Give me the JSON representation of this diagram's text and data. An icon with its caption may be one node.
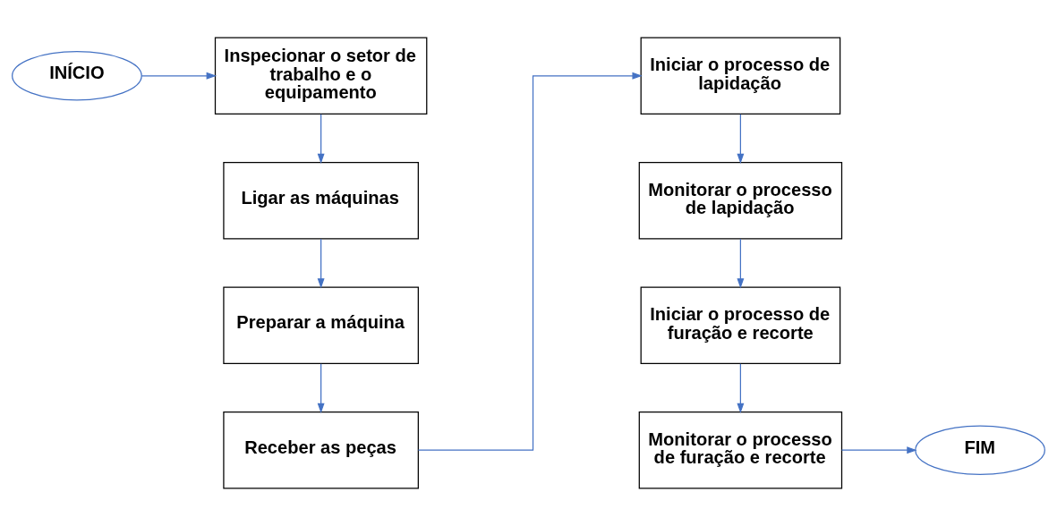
{
  "diagram": {
    "nodes": [
      {
        "text": [
          "INÍCIO"
        ]
      },
      {
        "text": [
          "Inspecionar o setor de trabalho e o equipamento"
        ]
      },
      {
        "text": [
          "Ligar as máquinas"
        ]
      },
      {
        "text": [
          "Preparar a máquina"
        ]
      },
      {
        "text": [
          "Receber as peças"
        ]
      },
      {
        "text": [
          "Iniciar o processo de lapidação"
        ]
      },
      {
        "text": [
          "Monitorar o processo de lapidação"
        ]
      },
      {
        "text": [
          "Iniciar o processo de furação e recorte"
        ]
      },
      {
        "text": [
          "Monitorar o processo de furação e recorte"
        ]
      },
      {
        "text": [
          "FIM"
        ]
      }
    ],
    "edges": [
      {
        "from": 0,
        "to": 1,
        "arrow": "to"
      },
      {
        "from": 1,
        "to": 2,
        "arrow": "to"
      },
      {
        "from": 2,
        "to": 3,
        "arrow": "to"
      },
      {
        "from": 3,
        "to": 4,
        "arrow": "to"
      },
      {
        "from": 4,
        "to": 5,
        "arrow": "to"
      },
      {
        "from": 5,
        "to": 6,
        "arrow": "to"
      },
      {
        "from": 6,
        "to": 7,
        "arrow": "to"
      },
      {
        "from": 7,
        "to": 8,
        "arrow": "to"
      },
      {
        "from": 8,
        "to": 9,
        "arrow": "to"
      }
    ]
  }
}
